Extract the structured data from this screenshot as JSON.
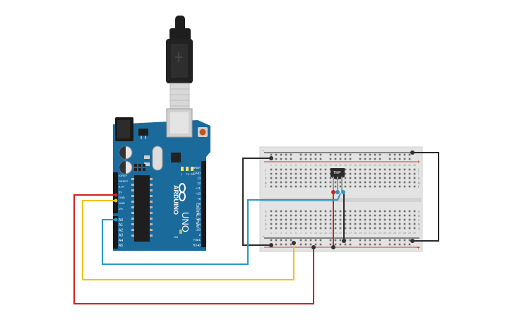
{
  "arduino": {
    "brand": "ARDUINO",
    "model": "UNO",
    "digital_label": "DIGITAL (PWM~)",
    "power_label": "POWER",
    "analog_label": "ANALOG IN",
    "power_pins": [
      "IOREF",
      "RESET",
      "3.3V",
      "5V",
      "GND",
      "GND",
      "Vin"
    ],
    "analog_pins": [
      "A0",
      "A1",
      "A2",
      "A3",
      "A4",
      "A5"
    ],
    "digital_pins": [
      "AREF",
      "GND",
      "13",
      "12",
      "~11",
      "~10",
      "~9",
      "8",
      "7",
      "~6",
      "~5",
      "4",
      "~3",
      "2",
      "TX▸1",
      "RX◂0"
    ],
    "led_labels": [
      "L",
      "TX",
      "RX"
    ],
    "on_label": "ON"
  },
  "breadboard": {
    "row_letters_top": [
      "j",
      "i",
      "h",
      "g",
      "f"
    ],
    "row_letters_bottom": [
      "e",
      "d",
      "c",
      "b",
      "a"
    ],
    "column_numbers": [
      "1",
      "2",
      "3",
      "4",
      "5",
      "6",
      "7",
      "8",
      "9",
      "10",
      "11",
      "12",
      "13",
      "14",
      "15",
      "16",
      "17",
      "18",
      "19",
      "20",
      "21",
      "22",
      "23",
      "24",
      "25",
      "26",
      "27",
      "28",
      "29",
      "30"
    ],
    "rail_minus": "-",
    "rail_plus": "+"
  },
  "sensor": {
    "label": "TMP"
  },
  "colors": {
    "board": "#1b6a9c",
    "wire_red": "#d22020",
    "wire_yellow": "#f0c21b",
    "wire_blue": "#2699c8",
    "wire_black": "#2a2a2a"
  }
}
